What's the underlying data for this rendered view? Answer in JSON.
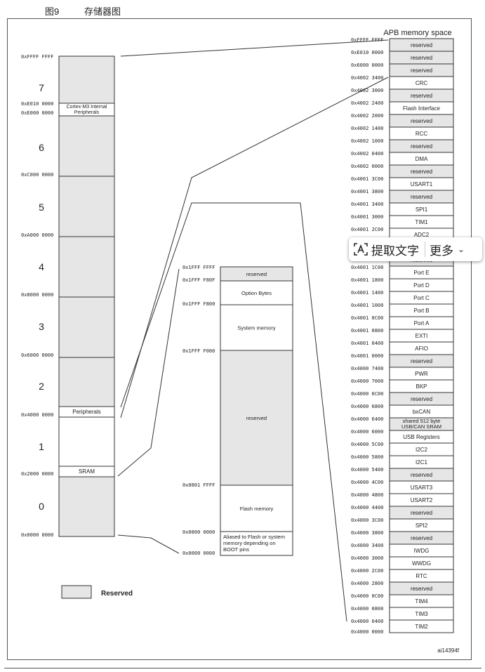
{
  "figure": {
    "number": "图9",
    "caption": "存储器图",
    "code": "ai14394f",
    "apb_title": "APB memory space"
  },
  "legend": {
    "label": "Reserved"
  },
  "colors": {
    "reserved": "#e6e6e6",
    "line": "#333333"
  },
  "overall": {
    "addresses": [
      "0xFFFF FFFF",
      "0xE010 0000",
      "0xE000 0000",
      "0xC000 0000",
      "0xA000 0000",
      "0x8000 0000",
      "0x6000 0000",
      "0x4000 0000",
      "0x2000 0000",
      "0x0000 0000"
    ],
    "block_numbers": [
      "7",
      "6",
      "5",
      "4",
      "3",
      "2",
      "1",
      "0"
    ],
    "labels": {
      "cortex": [
        "Cortex-M3 Internal",
        "Peripherals"
      ],
      "peripherals": "Peripherals",
      "sram": "SRAM"
    }
  },
  "code_region": {
    "addresses": [
      "0x1FFF FFFF",
      "0x1FFF F80F",
      "0x1FFF F800",
      "0x1FFF F000",
      "0x0801 FFFF",
      "0x0800 0000",
      "0x0000 0000"
    ],
    "blocks": [
      {
        "label": [
          "reserved"
        ],
        "reserved": true
      },
      {
        "label": [
          "Option Bytes"
        ],
        "reserved": false
      },
      {
        "label": [
          "System memory"
        ],
        "reserved": false
      },
      {
        "label": [
          "reserved"
        ],
        "reserved": true
      },
      {
        "label": [
          "Flash memory"
        ],
        "reserved": false
      },
      {
        "label": [
          "Aliased to Flash or system",
          "memory depending on",
          "BOOT pins"
        ],
        "reserved": false
      }
    ]
  },
  "apb": {
    "rows": [
      {
        "label": [
          "reserved"
        ],
        "reserved": true,
        "addr": "0xFFFF FFFF"
      },
      {
        "label": [
          "reserved"
        ],
        "reserved": true,
        "addr": "0xE010 0000"
      },
      {
        "label": [
          "reserved"
        ],
        "reserved": true,
        "addr": "0x6000 0000"
      },
      {
        "label": [
          "CRC"
        ],
        "reserved": false,
        "addr": "0x4002 3400"
      },
      {
        "label": [
          "reserved"
        ],
        "reserved": true,
        "addr": "0x4002 3000"
      },
      {
        "label": [
          "Flash Interface"
        ],
        "reserved": false,
        "addr": "0x4002 2400"
      },
      {
        "label": [
          "reserved"
        ],
        "reserved": true,
        "addr": "0x4002 2000"
      },
      {
        "label": [
          "RCC"
        ],
        "reserved": false,
        "addr": "0x4002 1400"
      },
      {
        "label": [
          "reserved"
        ],
        "reserved": true,
        "addr": "0x4002 1000"
      },
      {
        "label": [
          "DMA"
        ],
        "reserved": false,
        "addr": "0x4002 0400"
      },
      {
        "label": [
          "reserved"
        ],
        "reserved": true,
        "addr": "0x4002 0000"
      },
      {
        "label": [
          "USART1"
        ],
        "reserved": false,
        "addr": "0x4001 3C00"
      },
      {
        "label": [
          "reserved"
        ],
        "reserved": true,
        "addr": "0x4001 3800"
      },
      {
        "label": [
          "SPI1"
        ],
        "reserved": false,
        "addr": "0x4001 3400"
      },
      {
        "label": [
          "TIM1"
        ],
        "reserved": false,
        "addr": "0x4001 3000"
      },
      {
        "label": [
          "ADC2"
        ],
        "reserved": false,
        "addr": "0x4001 2C00"
      },
      {
        "label": [
          ""
        ],
        "reserved": false,
        "addr": ""
      },
      {
        "label": [
          "reserved"
        ],
        "reserved": true,
        "addr": ""
      },
      {
        "label": [
          "Port E"
        ],
        "reserved": false,
        "addr": "0x4001 1C00"
      },
      {
        "label": [
          "Port D"
        ],
        "reserved": false,
        "addr": "0x4001 1800"
      },
      {
        "label": [
          "Port C"
        ],
        "reserved": false,
        "addr": "0x4001 1400"
      },
      {
        "label": [
          "Port B"
        ],
        "reserved": false,
        "addr": "0x4001 1000"
      },
      {
        "label": [
          "Port A"
        ],
        "reserved": false,
        "addr": "0x4001 0C00"
      },
      {
        "label": [
          "EXTI"
        ],
        "reserved": false,
        "addr": "0x4001 0800"
      },
      {
        "label": [
          "AFIO"
        ],
        "reserved": false,
        "addr": "0x4001 0400"
      },
      {
        "label": [
          "reserved"
        ],
        "reserved": true,
        "addr": "0x4001 0000"
      },
      {
        "label": [
          "PWR"
        ],
        "reserved": false,
        "addr": "0x4000 7400"
      },
      {
        "label": [
          "BKP"
        ],
        "reserved": false,
        "addr": "0x4000 7000"
      },
      {
        "label": [
          "reserved"
        ],
        "reserved": true,
        "addr": "0x4000 6C00"
      },
      {
        "label": [
          "bxCAN"
        ],
        "reserved": false,
        "addr": "0x4000 6800"
      },
      {
        "label": [
          "shared 512 byte",
          "USB/CAN SRAM"
        ],
        "reserved": true,
        "addr": "0x4000 6400"
      },
      {
        "label": [
          "USB Registers"
        ],
        "reserved": false,
        "addr": "0x4000 6000"
      },
      {
        "label": [
          "I2C2"
        ],
        "reserved": false,
        "addr": "0x4000 5C00"
      },
      {
        "label": [
          "I2C1"
        ],
        "reserved": false,
        "addr": "0x4000 5800"
      },
      {
        "label": [
          "reserved"
        ],
        "reserved": true,
        "addr": "0x4000 5400"
      },
      {
        "label": [
          "USART3"
        ],
        "reserved": false,
        "addr": "0x4000 4C00"
      },
      {
        "label": [
          "USART2"
        ],
        "reserved": false,
        "addr": "0x4000 4800"
      },
      {
        "label": [
          "reserved"
        ],
        "reserved": true,
        "addr": "0x4000 4400"
      },
      {
        "label": [
          "SPI2"
        ],
        "reserved": false,
        "addr": "0x4000 3C00"
      },
      {
        "label": [
          "reserved"
        ],
        "reserved": true,
        "addr": "0x4000 3800"
      },
      {
        "label": [
          "IWDG"
        ],
        "reserved": false,
        "addr": "0x4000 3400"
      },
      {
        "label": [
          "WWDG"
        ],
        "reserved": false,
        "addr": "0x4000 3000"
      },
      {
        "label": [
          "RTC"
        ],
        "reserved": false,
        "addr": "0x4000 2C00"
      },
      {
        "label": [
          "reserved"
        ],
        "reserved": true,
        "addr": "0x4000 2800"
      },
      {
        "label": [
          "TIM4"
        ],
        "reserved": false,
        "addr": "0x4000 0C00"
      },
      {
        "label": [
          "TIM3"
        ],
        "reserved": false,
        "addr": "0x4000 0800"
      },
      {
        "label": [
          "TIM2"
        ],
        "reserved": false,
        "addr": "0x4000 0400"
      }
    ],
    "bottom_addr": "0x4000 0000"
  },
  "popup": {
    "extract_label": "提取文字",
    "more_label": "更多"
  }
}
